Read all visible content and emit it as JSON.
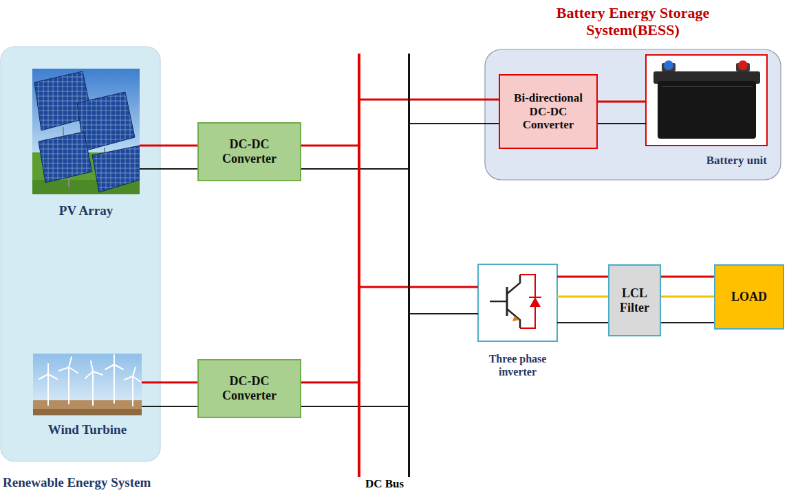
{
  "diagram": {
    "nodes": [
      {
        "text": [
          "Renewable Energy System"
        ]
      },
      {
        "text": [
          "PV Array"
        ],
        "in": 0
      },
      {
        "text": [
          "Wind Turbine"
        ],
        "in": 0
      },
      {
        "text": [
          "DC-DC Converter"
        ]
      },
      {
        "text": [
          "DC-DC Converter"
        ]
      },
      {
        "text": [
          "DC Bus"
        ]
      },
      {
        "text": [
          "Battery Energy Storage System(BESS)"
        ]
      },
      {
        "text": [
          "Bi-directional DC-DC Converter"
        ],
        "in": 6
      },
      {
        "text": [
          "Battery unit"
        ],
        "in": 6
      },
      {
        "text": [
          "Three phase inverter"
        ]
      },
      {
        "text": [
          "LCL Filter"
        ]
      },
      {
        "text": [
          "LOAD"
        ]
      }
    ],
    "edges": [
      {
        "from": 1,
        "to": 3,
        "arrow": "none"
      },
      {
        "from": 3,
        "to": 5,
        "arrow": "none"
      },
      {
        "from": 2,
        "to": 4,
        "arrow": "none"
      },
      {
        "from": 4,
        "to": 5,
        "arrow": "none"
      },
      {
        "from": 5,
        "to": 7,
        "arrow": "none"
      },
      {
        "from": 7,
        "to": 8,
        "arrow": "none"
      },
      {
        "from": 5,
        "to": 9,
        "arrow": "none"
      },
      {
        "from": 9,
        "to": 10,
        "arrow": "none"
      },
      {
        "from": 10,
        "to": 11,
        "arrow": "none"
      }
    ]
  }
}
